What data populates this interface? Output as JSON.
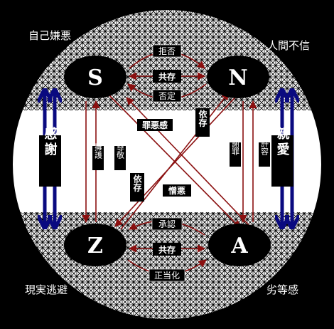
{
  "corners": {
    "top_left": "自己嫌悪",
    "top_right": "人間不信",
    "bottom_left": "現実逃避",
    "bottom_right": "劣等感"
  },
  "nodes": {
    "s": "S",
    "n": "N",
    "z": "Z",
    "a": "A"
  },
  "top_labels": {
    "reject": "拒否",
    "coexist": "共存",
    "deny": "否定"
  },
  "bottom_labels": {
    "approve": "承認",
    "coexist": "共存",
    "justify": "正当化"
  },
  "middle_labels": {
    "guilt": "罪悪感",
    "depend_upper": "依存",
    "depend_lower": "依存",
    "hatred": "憎悪",
    "defend": "擁護",
    "respect": "尊敬",
    "apology": "謝罪",
    "tolerance": "許容"
  },
  "side_labels": {
    "gratitude": "感謝",
    "affinity": "親愛"
  },
  "colors": {
    "background": "#000000",
    "band": "#ffffff",
    "arrow_red": "#8b1010",
    "arrow_blue": "#0a0a80",
    "node_fill": "#000000",
    "label_bg": "#000000"
  }
}
